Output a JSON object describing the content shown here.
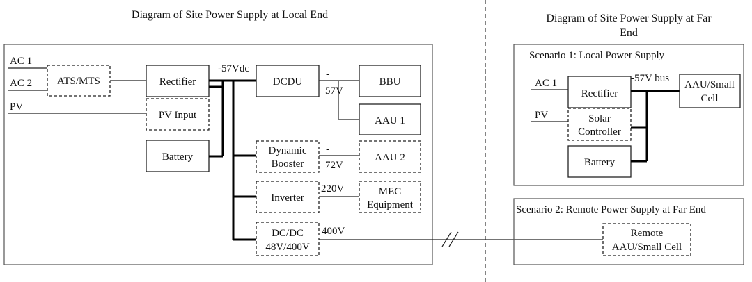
{
  "titles": {
    "local": "Diagram of Site Power Supply at Local End",
    "far_line1": "Diagram of Site Power Supply at Far",
    "far_line2": "End"
  },
  "local": {
    "inputs": {
      "ac1": "AC 1",
      "ac2": "AC 2",
      "pv": "PV"
    },
    "ats": "ATS/MTS",
    "rectifier": "Rectifier",
    "pv_input": "PV Input",
    "battery": "Battery",
    "bus_label": "-57Vdc",
    "dcdu": "DCDU",
    "dcdu_out_dash": "-",
    "dcdu_out_value": "57V",
    "bbu": "BBU",
    "aau1": "AAU 1",
    "booster_line1": "Dynamic",
    "booster_line2": "Booster",
    "booster_out_dash": "-",
    "booster_out_value": "72V",
    "aau2": "AAU 2",
    "inverter": "Inverter",
    "inverter_out": "220V",
    "mec_line1": "MEC",
    "mec_line2": "Equipment",
    "dcdc_line1": "DC/DC",
    "dcdc_line2": "48V/400V",
    "dcdc_out": "400V"
  },
  "scenario1": {
    "title": "Scenario 1: Local Power Supply",
    "ac1": "AC 1",
    "pv": "PV",
    "rectifier": "Rectifier",
    "solar_line1": "Solar",
    "solar_line2": "Controller",
    "battery": "Battery",
    "bus_label": "-57V bus",
    "aau_line1": "AAU/Small",
    "aau_line2": "Cell"
  },
  "scenario2": {
    "title": "Scenario 2: Remote Power Supply at Far End",
    "remote_line1": "Remote",
    "remote_line2": "AAU/Small Cell"
  }
}
